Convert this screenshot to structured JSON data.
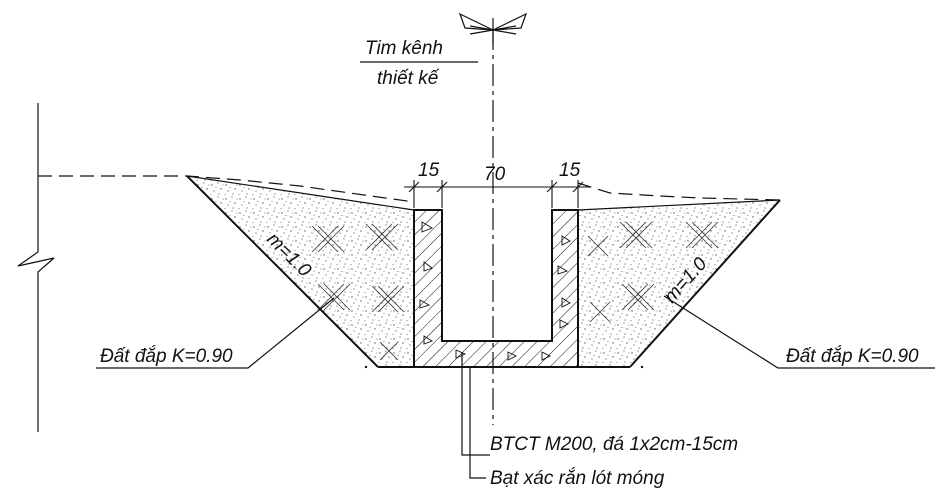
{
  "centerline": {
    "line1": "Tim kênh",
    "line2": "thiết kế"
  },
  "dimensions": {
    "left_wall": "15",
    "inner_width": "70",
    "right_wall": "15"
  },
  "slopes": {
    "left": "m=1.0",
    "right": "m=1.0"
  },
  "fill_left": "Đất đắp K=0.90",
  "fill_right": "Đất đắp K=0.90",
  "concrete_spec": "BTCT M200, đá 1x2cm-15cm",
  "lining_spec": "Bạt xác rắn lót móng"
}
